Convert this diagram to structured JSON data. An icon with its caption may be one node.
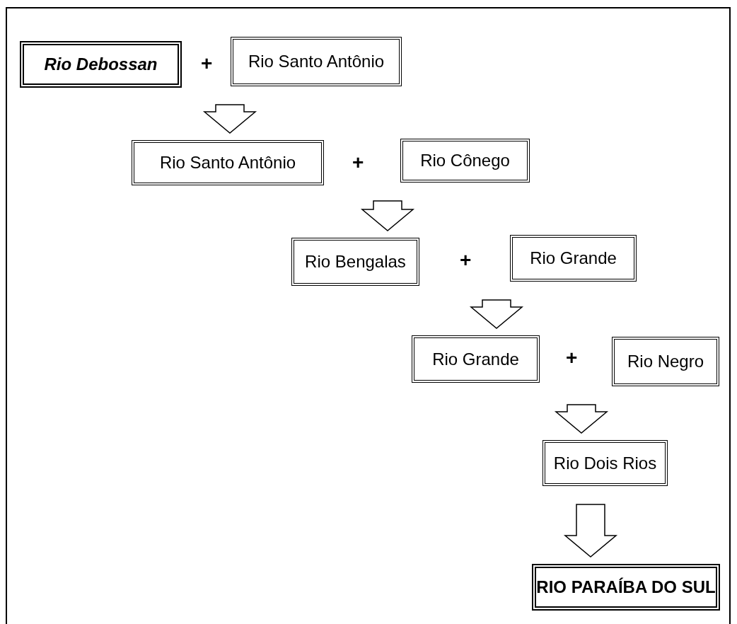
{
  "diagram": {
    "nodes": [
      {
        "text": [
          "Rio Debossan"
        ]
      },
      {
        "text": [
          "Rio Santo Antônio"
        ]
      },
      {
        "text": [
          "Rio Santo Antônio"
        ]
      },
      {
        "text": [
          "Rio Cônego"
        ]
      },
      {
        "text": [
          "Rio Bengalas"
        ]
      },
      {
        "text": [
          "Rio Grande"
        ]
      },
      {
        "text": [
          "Rio Grande"
        ]
      },
      {
        "text": [
          "Rio Negro"
        ]
      },
      {
        "text": [
          "Rio Dois Rios"
        ]
      },
      {
        "text": [
          "RIO PARAÍBA DO SUL"
        ]
      }
    ],
    "edges": [
      {
        "from": 1,
        "to": 2,
        "arrow": "to"
      },
      {
        "from": 3,
        "to": 4,
        "arrow": "to"
      },
      {
        "from": 5,
        "to": 6,
        "arrow": "to"
      },
      {
        "from": 7,
        "to": 8,
        "arrow": "to"
      },
      {
        "from": 8,
        "to": 9,
        "arrow": "to"
      }
    ],
    "labels": [
      "+",
      "+",
      "+",
      "+"
    ]
  }
}
